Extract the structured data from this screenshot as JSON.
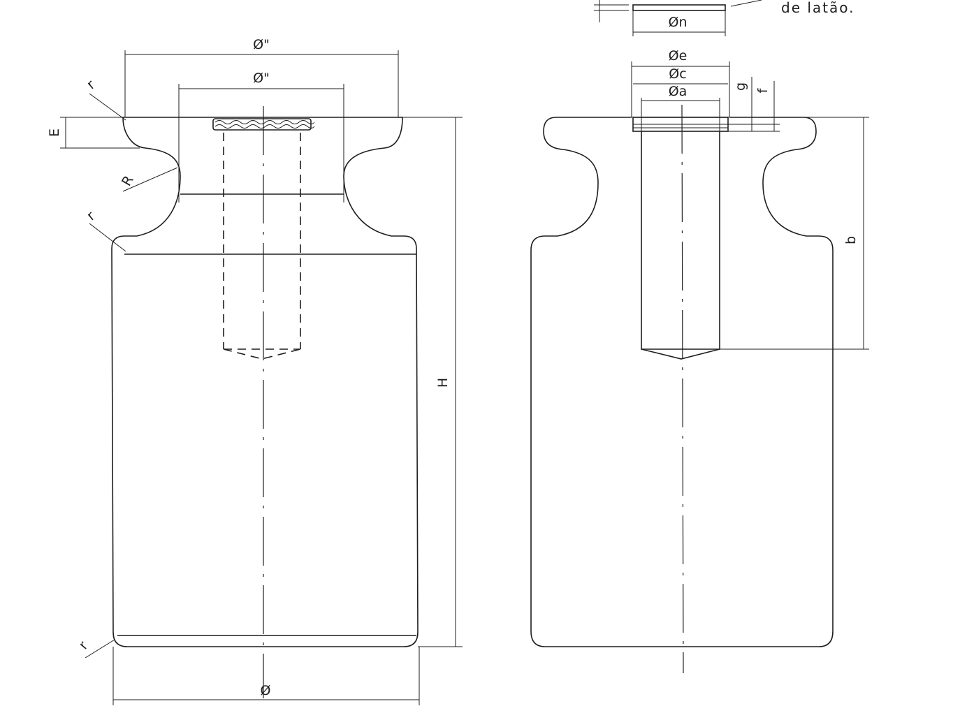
{
  "labels": {
    "phi_top_outer": "Ø\"",
    "phi_top_inner": "Ø\"",
    "r_top": "r",
    "E": "E",
    "R": "R",
    "r_shoulder": "r",
    "H": "H",
    "r_bottom": "r",
    "phi_bottom": "Ø",
    "phi_n": "Øn",
    "note": "de latão.",
    "phi_e": "Øe",
    "phi_c": "Øc",
    "phi_a": "Øa",
    "g": "g",
    "f": "f",
    "b": "b"
  },
  "colors": {
    "line": "#1e1e1e",
    "background": "#ffffff"
  }
}
